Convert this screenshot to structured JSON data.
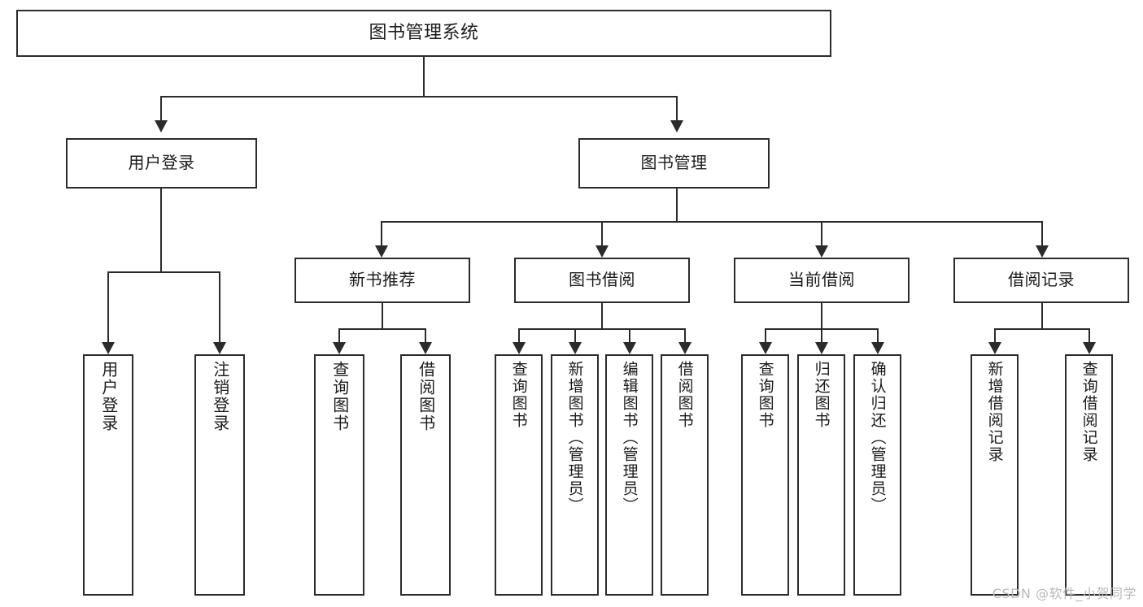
{
  "diagram": {
    "title": "图书管理系统",
    "type": "tree-hierarchy-diagram",
    "colors": {
      "box_border": "#2b2b2b",
      "box_fill": "#ffffff",
      "connector": "#2b2b2b",
      "text": "#1b1b1b",
      "watermark": "#b9b9b9",
      "background": "#ffffff"
    },
    "nodes": {
      "root": {
        "label": "图书管理系统"
      },
      "level2": [
        {
          "id": "user-login",
          "label": "用户登录"
        },
        {
          "id": "book-management",
          "label": "图书管理"
        }
      ],
      "level3": [
        {
          "id": "new-book-recommend",
          "label": "新书推荐"
        },
        {
          "id": "book-borrow",
          "label": "图书借阅"
        },
        {
          "id": "current-borrow",
          "label": "当前借阅"
        },
        {
          "id": "borrow-record",
          "label": "借阅记录"
        }
      ],
      "leaves": {
        "user_login": [
          {
            "id": "leaf-user-login",
            "label": "用户登录"
          },
          {
            "id": "leaf-logout-login",
            "label": "注销登录"
          }
        ],
        "new_book_recommend": [
          {
            "id": "leaf-query-book-1",
            "label": "查询图书"
          },
          {
            "id": "leaf-borrow-book-1",
            "label": "借阅图书"
          }
        ],
        "book_borrow": [
          {
            "id": "leaf-query-book-2",
            "label": "查询图书"
          },
          {
            "id": "leaf-add-book",
            "label": "新增图书（管理员）"
          },
          {
            "id": "leaf-edit-book",
            "label": "编辑图书（管理员）"
          },
          {
            "id": "leaf-borrow-book-2",
            "label": "借阅图书"
          }
        ],
        "current_borrow": [
          {
            "id": "leaf-query-book-3",
            "label": "查询图书"
          },
          {
            "id": "leaf-return-book",
            "label": "归还图书"
          },
          {
            "id": "leaf-confirm-return",
            "label": "确认归还（管理员）"
          }
        ],
        "borrow_record": [
          {
            "id": "leaf-add-record",
            "label": "新增借阅记录"
          },
          {
            "id": "leaf-query-record",
            "label": "查询借阅记录"
          }
        ]
      }
    },
    "watermark": "CSDN @软件_小贺同学"
  }
}
